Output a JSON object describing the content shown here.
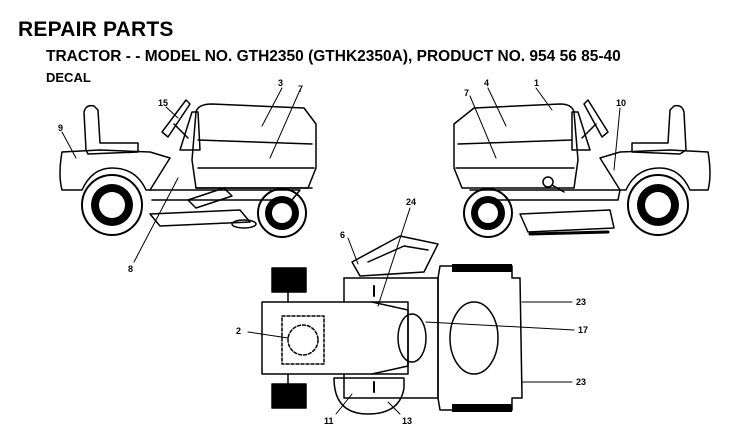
{
  "header": {
    "title": "REPAIR PARTS",
    "subtitle": "TRACTOR - - MODEL NO. GTH2350 (GTHK2350A), PRODUCT NO. 954 56 85-40",
    "section": "DECAL"
  },
  "callouts": {
    "left_view": [
      "15",
      "3",
      "7",
      "9",
      "8"
    ],
    "right_view": [
      "4",
      "1",
      "7",
      "10"
    ],
    "top_view": [
      "24",
      "6",
      "2",
      "17",
      "23",
      "23",
      "11",
      "13"
    ]
  }
}
